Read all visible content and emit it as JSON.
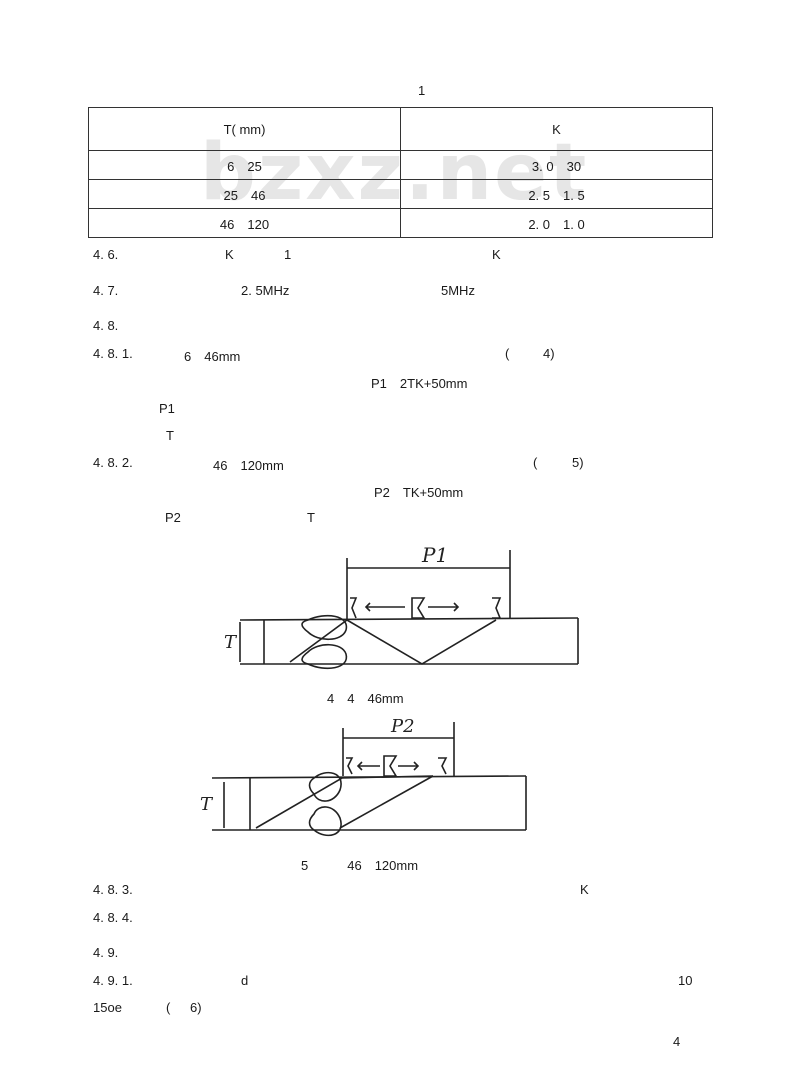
{
  "table_caption": "1",
  "watermark": "bzxz.net",
  "table": {
    "headers": [
      "T( mm)",
      "K"
    ],
    "rows": [
      [
        "6　25",
        "3. 0　30"
      ],
      [
        "25　46",
        "2. 5　1. 5"
      ],
      [
        "46　120",
        "2. 0　1. 0"
      ]
    ]
  },
  "lines": {
    "l1_num": "4. 6.",
    "l1_a": "K",
    "l1_b": "1",
    "l1_c": "K",
    "l2_num": "4. 7.",
    "l2_a": "2. 5MHz",
    "l2_b": "5MHz",
    "l3_num": "4. 8.",
    "l4_num": "4. 8. 1.",
    "l4_a": "6　46mm",
    "l4_b": "(",
    "l4_c": "4)",
    "l5_a": "P1　2TK+50mm",
    "l6_a": "P1",
    "l7_a": "T",
    "l8_num": "4. 8. 2.",
    "l8_a": "46　120mm",
    "l8_b": "(",
    "l8_c": "5)",
    "l9_a": "P2　TK+50mm",
    "l10_a": "P2",
    "l10_b": "T",
    "l11_num": "4. 8. 3.",
    "l11_a": "K",
    "l12_num": "4. 8. 4.",
    "l13_num": "4. 9.",
    "l14_num": "4. 9. 1.",
    "l14_a": "d",
    "l14_b": "10",
    "l15_a": "15oe",
    "l15_b": "(",
    "l15_c": "6)"
  },
  "figures": {
    "fig4_caption": "4　4　46mm",
    "fig4_label_p": "P1",
    "fig4_label_t": "T",
    "fig5_caption": "5　　　46　120mm",
    "fig5_label_p": "P2",
    "fig5_label_t": "T"
  },
  "page_number": "4"
}
